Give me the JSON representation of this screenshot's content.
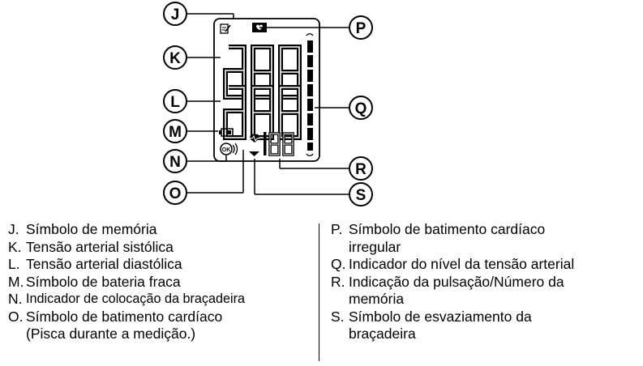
{
  "callouts": [
    {
      "letter": "J"
    },
    {
      "letter": "K"
    },
    {
      "letter": "L"
    },
    {
      "letter": "M"
    },
    {
      "letter": "N"
    },
    {
      "letter": "O"
    },
    {
      "letter": "P"
    },
    {
      "letter": "Q"
    },
    {
      "letter": "R"
    },
    {
      "letter": "S"
    }
  ],
  "display": {
    "pulse_digits": "188"
  },
  "legend_left": [
    {
      "key": "J.",
      "lines": [
        "Símbolo de memória"
      ]
    },
    {
      "key": "K.",
      "lines": [
        "Tensão arterial sistólica"
      ]
    },
    {
      "key": "L.",
      "lines": [
        "Tensão arterial diastólica"
      ]
    },
    {
      "key": "M.",
      "lines": [
        "Símbolo de bateria fraca"
      ]
    },
    {
      "key": "N.",
      "lines": [
        "Indicador de colocação da braçadeira"
      ]
    },
    {
      "key": "O.",
      "lines": [
        "Símbolo de batimento cardíaco",
        "(Pisca durante a medição.)"
      ]
    }
  ],
  "legend_right": [
    {
      "key": "P.",
      "lines": [
        "Símbolo de batimento cardíaco",
        "irregular"
      ]
    },
    {
      "key": "Q.",
      "lines": [
        "Indicador do nível da tensão arterial"
      ]
    },
    {
      "key": "R.",
      "lines": [
        "Indicação da pulsação/Número da",
        "memória"
      ]
    },
    {
      "key": "S.",
      "lines": [
        "Símbolo de esvaziamento da",
        "braçadeira"
      ]
    }
  ]
}
